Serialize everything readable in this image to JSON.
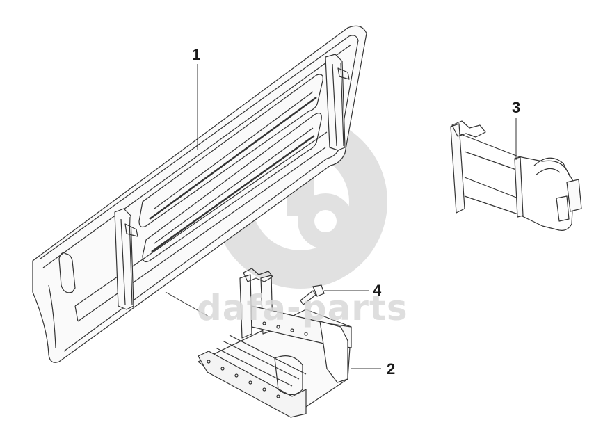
{
  "watermark": {
    "text": "dafa-parts"
  },
  "callouts": [
    {
      "label": "1"
    },
    {
      "label": "2"
    },
    {
      "label": "3"
    },
    {
      "label": "4"
    }
  ],
  "colors": {
    "line": "#333333",
    "watermark": "#d9d9d9",
    "background": "#ffffff"
  }
}
